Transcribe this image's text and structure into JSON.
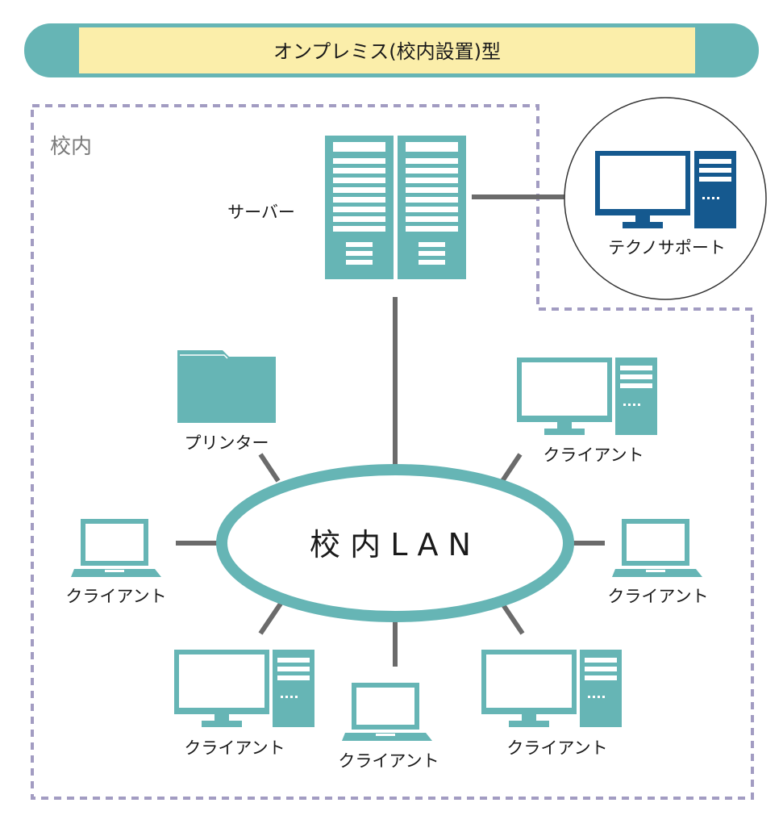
{
  "title": "オンプレミス(校内設置)型",
  "area_label": "校内",
  "lan_label": "校 内 L A N",
  "nodes": {
    "server": "サーバー",
    "support": "テクノサポート",
    "printer": "プリンター",
    "client_top_right": "クライアント",
    "client_left": "クライアント",
    "client_right": "クライアント",
    "client_bottom_left": "クライアント",
    "client_bottom_center": "クライアント",
    "client_bottom_right": "クライアント"
  },
  "colors": {
    "teal": "#66b5b5",
    "navy": "#15598f",
    "banner_fill": "#fbeeaa",
    "dash": "#a29cc2",
    "connector": "#6b6b6b",
    "area_label": "#7b7b7b"
  }
}
